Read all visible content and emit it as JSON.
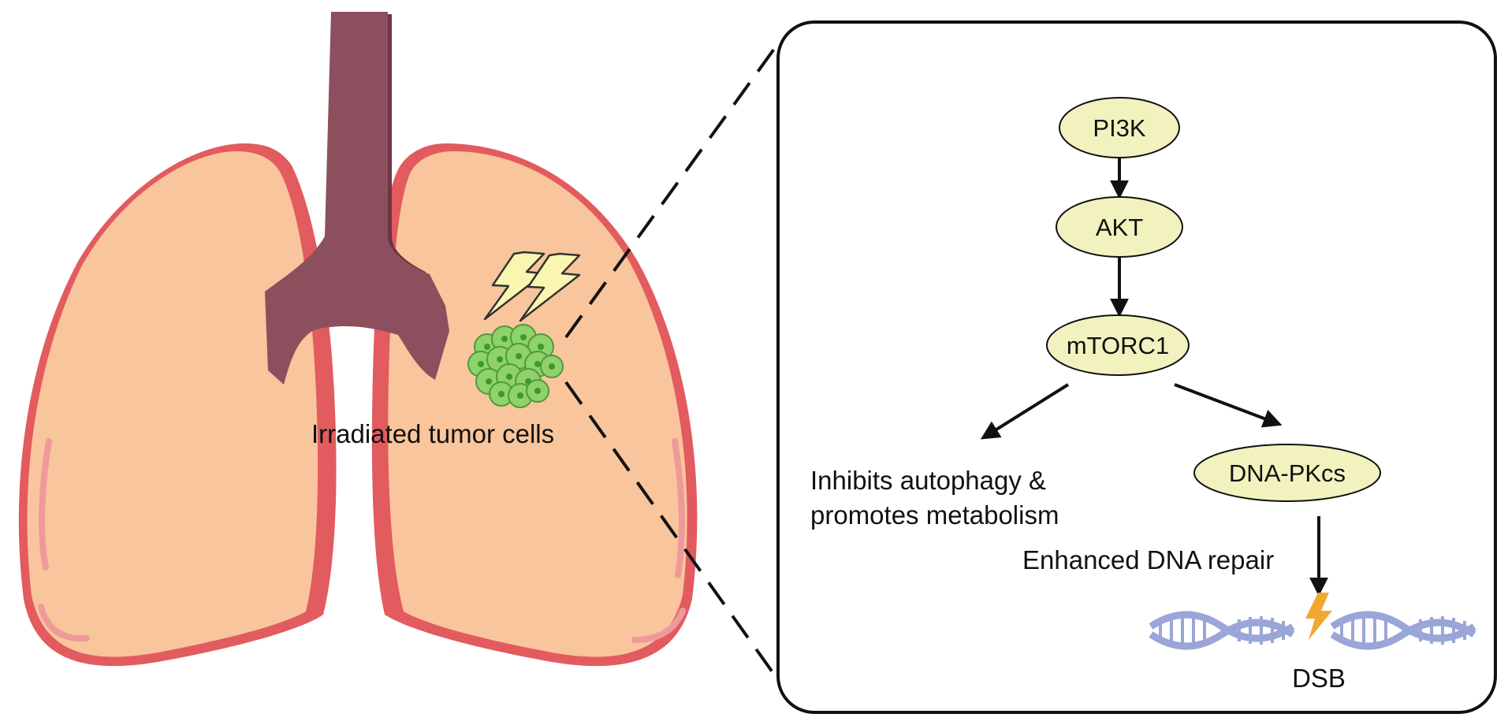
{
  "colors": {
    "lung_fill": "#f9c59c",
    "lung_edge": "#e25b5f",
    "lung_highlight": "#ee9a9a",
    "trachea": "#8b4f5e",
    "trachea_shadow": "#6e3546",
    "tumor_cell": "#8fd16a",
    "tumor_nucleus": "#3a9a2c",
    "lightning_fill": "#faf6b0",
    "node_fill": "#f2f2bf",
    "dna_strand": "#9aa6d8",
    "dsb_bolt": "#f0a830"
  },
  "icons": {
    "lungs": "lungs-icon",
    "trachea": "trachea-icon",
    "radiation": "lightning-icon",
    "tumor": "tumor-cluster-icon",
    "dna": "dna-helix-icon",
    "break": "lightning-break-icon"
  },
  "left": {
    "tumor_label": "Irradiated tumor cells"
  },
  "pathway": {
    "nodes": {
      "pi3k": "PI3K",
      "akt": "AKT",
      "mtorc1": "mTORC1",
      "dnapkcs": "DNA-PKcs"
    },
    "outcome_left_line1": "Inhibits autophagy &",
    "outcome_left_line2": "promotes metabolism",
    "repair_label": "Enhanced DNA repair",
    "dsb_label": "DSB"
  }
}
